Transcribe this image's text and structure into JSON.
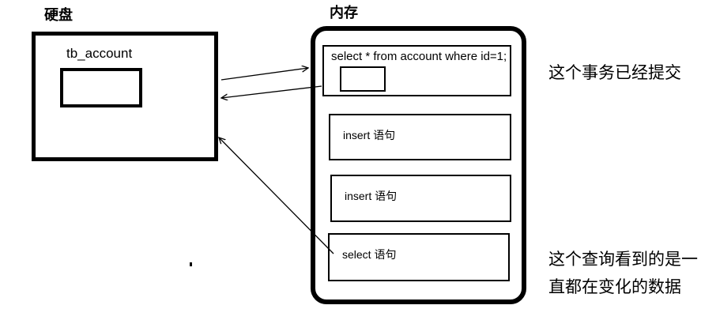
{
  "diagram": {
    "disk": {
      "label": "硬盘",
      "table_name": "tb_account"
    },
    "memory": {
      "label": "内存",
      "boxes": [
        {
          "text": "select * from account where id=1;",
          "has_inner_box": true
        },
        {
          "text": "insert 语句"
        },
        {
          "text": "insert 语句"
        },
        {
          "text": "select 语句"
        }
      ]
    },
    "annotations": {
      "committed": "这个事务已经提交",
      "changing_line1": "这个查询看到的是一",
      "changing_line2": "直都在变化的数据"
    },
    "colors": {
      "stroke": "#000000",
      "background": "#ffffff"
    }
  }
}
